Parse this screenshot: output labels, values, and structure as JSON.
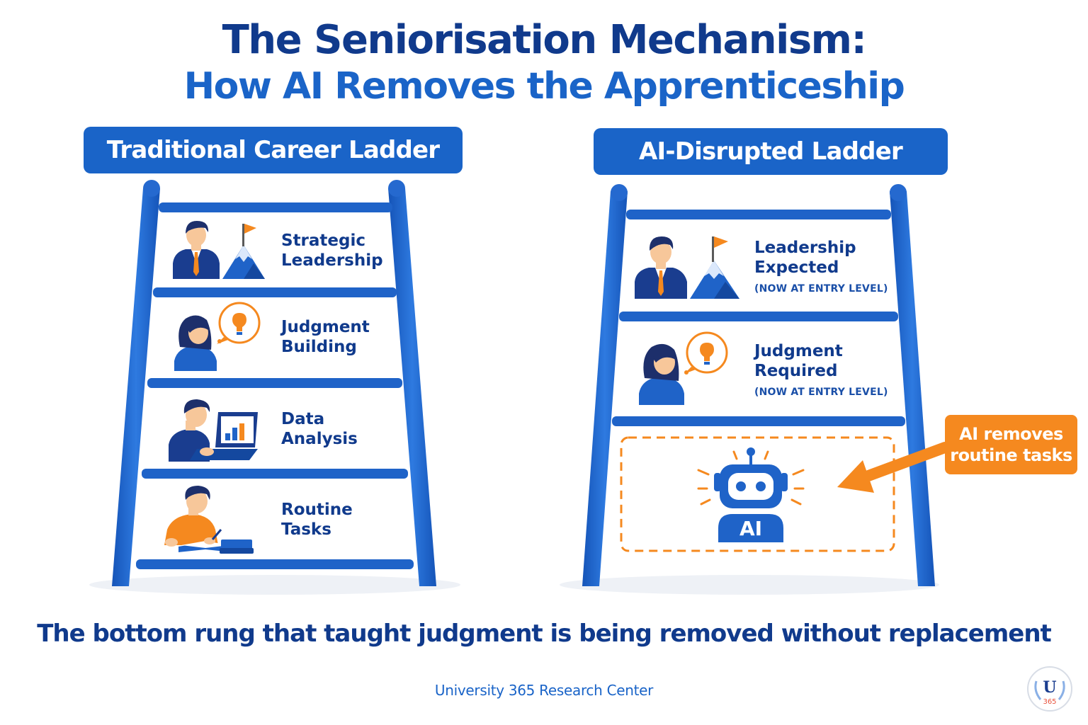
{
  "header": {
    "title": "The Seniorisation Mechanism:",
    "subtitle": "How AI Removes the Apprenticeship"
  },
  "left_ladder": {
    "label": "Traditional Career Ladder",
    "rungs": [
      {
        "line1": "Strategic",
        "line2": "Leadership",
        "icon": "leader-with-summit-flag-icon"
      },
      {
        "line1": "Judgment",
        "line2": "Building",
        "icon": "person-with-lightbulb-thought-icon"
      },
      {
        "line1": "Data",
        "line2": "Analysis",
        "icon": "person-at-laptop-chart-icon"
      },
      {
        "line1": "Routine",
        "line2": "Tasks",
        "icon": "person-writing-in-book-icon"
      }
    ]
  },
  "right_ladder": {
    "label": "AI-Disrupted Ladder",
    "rungs": [
      {
        "line1": "Leadership",
        "line2": "Expected",
        "note": "(NOW AT ENTRY LEVEL)",
        "icon": "leader-with-summit-flag-icon"
      },
      {
        "line1": "Judgment",
        "line2": "Required",
        "note": "(NOW AT ENTRY LEVEL)",
        "icon": "person-with-lightbulb-thought-icon"
      }
    ],
    "ai_label": "AI",
    "callout": {
      "line1": "AI removes",
      "line2": "routine tasks"
    }
  },
  "tagline": "The bottom rung that taught judgment is being removed without replacement",
  "footer": "University 365 Research Center",
  "logo": {
    "letter": "U",
    "number": "365"
  },
  "colors": {
    "primary": "#1a64c8",
    "navy": "#103a8c",
    "accent_orange": "#f5891f",
    "skin": "#f7c79a",
    "hair": "#1d2f6b"
  }
}
